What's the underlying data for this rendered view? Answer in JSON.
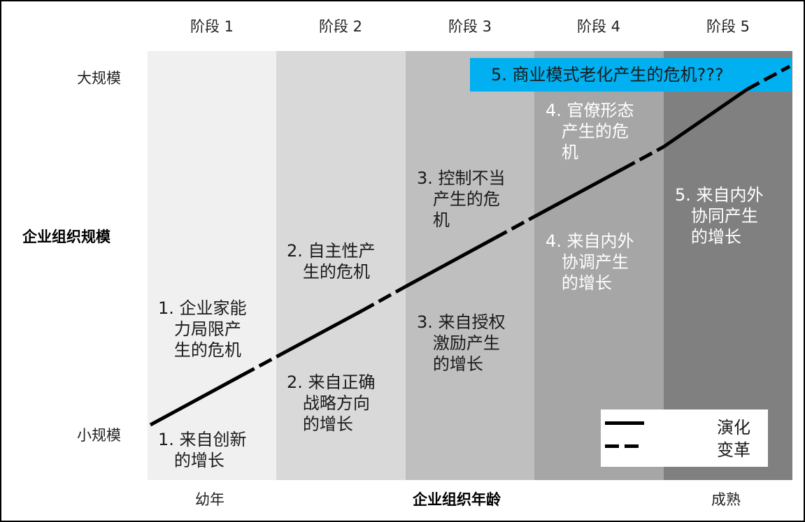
{
  "colors": {
    "band_1": "#f0f0f0",
    "band_2": "#d9d9d9",
    "band_3": "#bfbfbf",
    "band_4": "#a6a6a6",
    "band_5": "#808080",
    "banner": "#00b0f0",
    "line": "#000000"
  },
  "stages": [
    "阶段 1",
    "阶段 2",
    "阶段 3",
    "阶段 4",
    "阶段 5"
  ],
  "y_axis": {
    "top": "大规模",
    "title": "企业组织规模",
    "bottom": "小规模"
  },
  "x_axis": {
    "left": "幼年",
    "title": "企业组织年龄",
    "right": "成熟"
  },
  "crises": [
    {
      "stage": 1,
      "text": "1. 企业家能\n   力局限产\n   生的危机"
    },
    {
      "stage": 2,
      "text": "2. 自主性产\n   生的危机"
    },
    {
      "stage": 3,
      "text": "3. 控制不当\n   产生的危\n   机"
    },
    {
      "stage": 4,
      "text": "4. 官僚形态\n   产生的危\n   机"
    },
    {
      "stage": 5,
      "text": "5. 商业模式老化产生的危机???"
    }
  ],
  "growths": [
    {
      "stage": 1,
      "text": "1. 来自创新\n   的增长"
    },
    {
      "stage": 2,
      "text": "2. 来自正确\n   战略方向\n   的增长"
    },
    {
      "stage": 3,
      "text": "3. 来自授权\n   激励产生\n   的增长"
    },
    {
      "stage": 4,
      "text": "4. 来自内外\n   协调产生\n   的增长"
    },
    {
      "stage": 5,
      "text": "5. 来自内外\n   协同产生\n   的增长"
    }
  ],
  "legend": {
    "solid": "演化",
    "dashed": "变革"
  }
}
